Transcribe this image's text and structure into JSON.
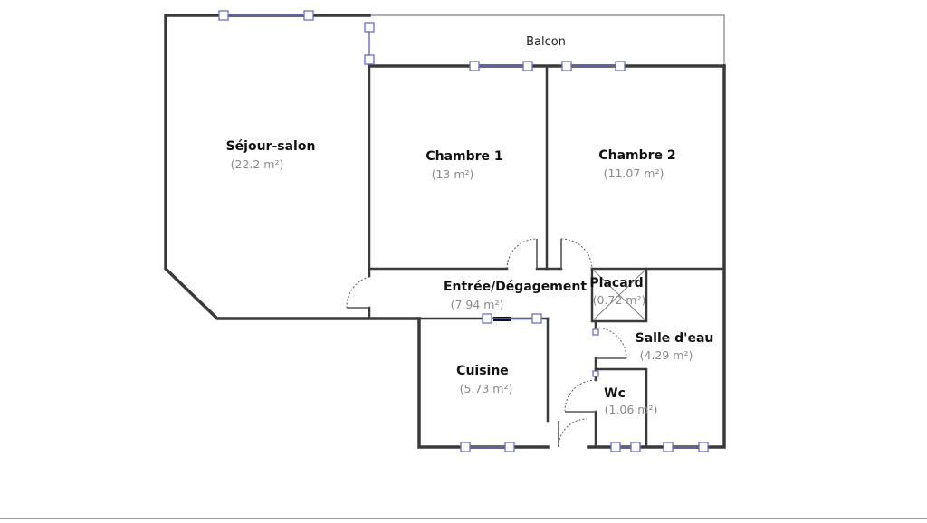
{
  "colors": {
    "wall": "#3a3a3a",
    "thin": "#808080",
    "window": "#6a6ec8",
    "door": "#555555",
    "footer_line": "#999999"
  },
  "balcony": {
    "label": "Balcon"
  },
  "rooms": [
    {
      "key": "sejour",
      "name": "Séjour-salon",
      "area": "(22.2 m²)"
    },
    {
      "key": "chambre1",
      "name": "Chambre 1",
      "area": "(13 m²)"
    },
    {
      "key": "chambre2",
      "name": "Chambre 2",
      "area": "(11.07 m²)"
    },
    {
      "key": "entree",
      "name": "Entrée/Dégagement",
      "area": "(7.94 m²)"
    },
    {
      "key": "placard",
      "name": "Placard",
      "area": "(0.72 m²)"
    },
    {
      "key": "salle_eau",
      "name": "Salle d'eau",
      "area": "(4.29 m²)"
    },
    {
      "key": "cuisine",
      "name": "Cuisine",
      "area": "(5.73 m²)"
    },
    {
      "key": "wc",
      "name": "Wc",
      "area": "(1.06 m²)"
    }
  ]
}
